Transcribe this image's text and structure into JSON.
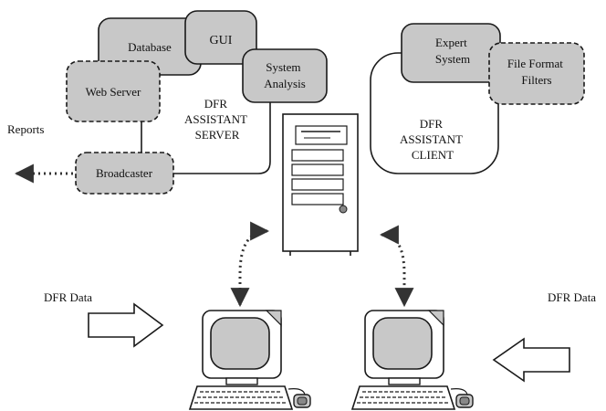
{
  "server": {
    "label_lines": [
      "DFR",
      "ASSISTANT",
      "SERVER"
    ],
    "modules": {
      "database": [
        "Database"
      ],
      "gui": [
        "GUI"
      ],
      "system_analysis": [
        "System",
        "Analysis"
      ],
      "web_server": [
        "Web Server"
      ],
      "broadcaster": [
        "Broadcaster"
      ]
    }
  },
  "client": {
    "label_lines": [
      "DFR",
      "ASSISTANT",
      "CLIENT"
    ],
    "modules": {
      "expert_system": [
        "Expert",
        "System"
      ],
      "file_format_filters": [
        "File Format",
        "Filters"
      ]
    }
  },
  "io_labels": {
    "reports": "Reports",
    "dfr_data_left": "DFR Data",
    "dfr_data_right": "DFR Data"
  },
  "colors": {
    "module_fill": "#c8c8c8",
    "stroke": "#1a1a1a",
    "background": "#ffffff"
  }
}
